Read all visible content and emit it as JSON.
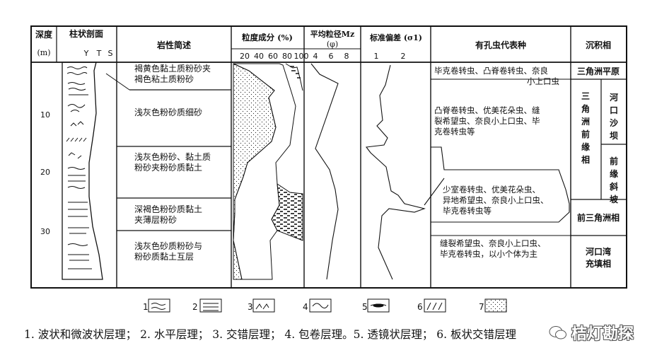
{
  "headers": {
    "depth": "深度",
    "depth_unit": "(m)",
    "column": "柱状剖面",
    "y": "Y",
    "t": "T",
    "s": "S",
    "lithology": "岩性简述",
    "grain": "粒度成分 (%)",
    "mz_line1": "平均粒径Mz",
    "mz_line2": "(φ)",
    "sigma": "标准偏差 (σ1)",
    "foram": "有孔虫代表种",
    "facies": "沉积相"
  },
  "scales": {
    "grain_ticks": [
      "20",
      "40",
      "60",
      "80",
      "100"
    ],
    "mz_ticks": [
      "4",
      "6",
      "8"
    ],
    "sigma_ticks": [
      "1",
      "2"
    ],
    "depth_ticks": [
      "10",
      "20",
      "30"
    ]
  },
  "lithology": [
    [
      "褐黄色黏土质粉砂夹",
      "褐色粘土质粉砂"
    ],
    [
      "浅灰色粉砂质细砂"
    ],
    [
      "浅灰色粉砂、黏土质",
      "粉砂夹粉砂质黏土"
    ],
    [
      "深褐色粉砂质黏土",
      "夹薄层粉砂"
    ],
    [
      "浅灰色砂质粉砂与",
      "粉砂质黏土互层"
    ]
  ],
  "foraminifera": [
    [
      "毕克卷转虫、凸脊卷转虫、奈良",
      "小上口虫"
    ],
    [
      "凸脊卷转虫、优美花朵虫、缝",
      "裂希望虫、奈良小上口虫、毕",
      "克卷转虫等"
    ],
    [
      "少室卷转虫、优美花朵虫、",
      "异地希望虫、奈良小上口虫、",
      "毕克卷转虫等"
    ],
    [
      "缝裂希望虫、奈良小上口虫、",
      "毕克卷转虫，以小个体为主"
    ]
  ],
  "facies": {
    "delta_plain": "三角洲平原",
    "delta_front": [
      "三",
      "角",
      "洲",
      "前",
      "缘",
      "相"
    ],
    "mouth_bar": [
      "河",
      "口",
      "沙",
      "坝"
    ],
    "front_slope": [
      "前",
      "缘",
      "斜",
      "坡"
    ],
    "prodelta": "前三角洲相",
    "estuary_fill": [
      "河口湾",
      "充填相"
    ]
  },
  "legend": [
    "1",
    "2",
    "3",
    "4",
    "5",
    "6",
    "7"
  ],
  "caption": "1. 波状和微波状层理； 2. 水平层理； 3. 交错层理； 4. 包卷层理。5. 透镜状层理； 6. 板状交错层理",
  "watermark": "桔灯勘探"
}
